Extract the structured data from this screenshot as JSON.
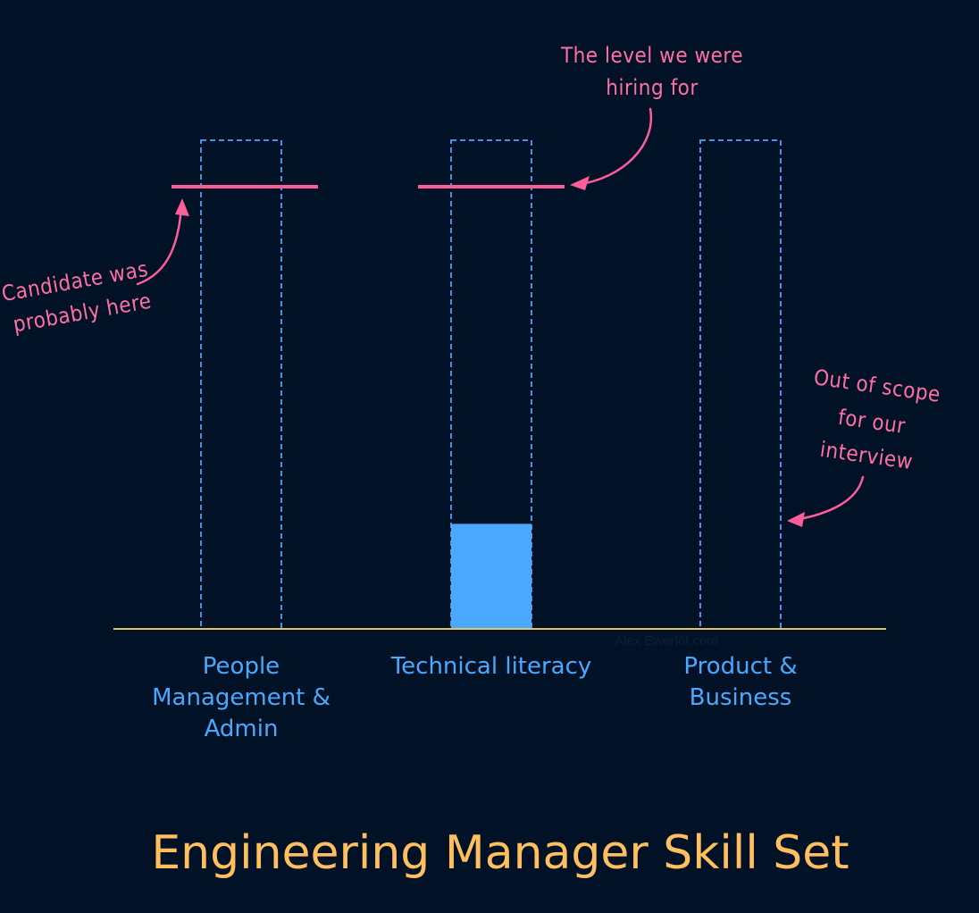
{
  "chart_data": {
    "type": "bar",
    "title": "Engineering Manager Skill Set",
    "categories": [
      [
        "People",
        "Management &",
        "Admin"
      ],
      [
        "Technical literacy"
      ],
      [
        "Product &",
        "Business"
      ]
    ],
    "capacity": 100,
    "ylim": [
      0,
      100
    ],
    "series": [
      {
        "values": [
          0,
          21.5,
          0
        ]
      }
    ],
    "hiring_level": {
      "values": [
        90.5,
        90.5,
        null
      ]
    },
    "grid": false,
    "annotations": [
      {
        "lines": [
          "The level we were",
          "hiring for"
        ],
        "target": "Technical literacy"
      },
      {
        "lines": [
          "Candidate was",
          "probably here"
        ],
        "target": "People Management & Admin"
      },
      {
        "lines": [
          "Out of scope",
          "for our",
          "interview"
        ],
        "target": "Product & Business"
      }
    ],
    "watermark": "Alex Ewerlöf.com",
    "colors": {
      "background": "#011226",
      "bar_fill": "#4aa8ff",
      "bar_outline": "#4a90e6",
      "hiring_line": "#ff5c9a",
      "baseline": "#e6c36a",
      "category_text": "#4aa8ff",
      "title_text": "#ffbf5e",
      "annotation_text": "#ff6fa3"
    }
  }
}
